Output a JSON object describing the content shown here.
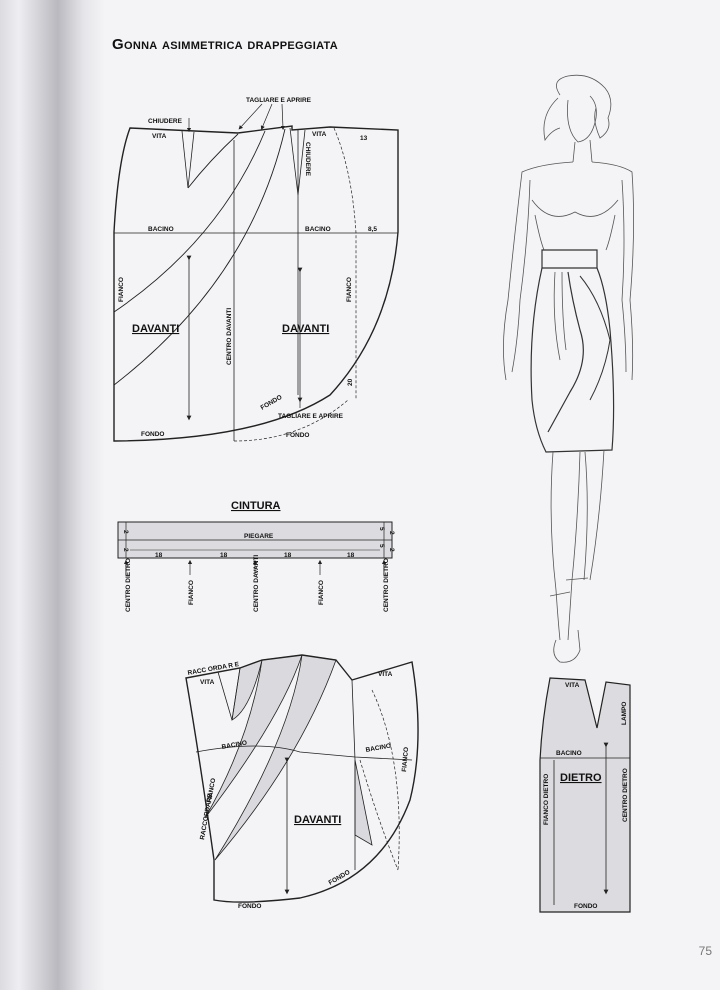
{
  "title": "Gonna asimmetrica drappeggiata",
  "page_number": "75",
  "top_pattern": {
    "chiudere": "CHIUDERE",
    "tagliare_top": "TAGLIARE E APRIRE",
    "vita_left": "VITA",
    "vita_right": "VITA",
    "num_13": "13",
    "chiudere_v": "CHIUDERE",
    "bacino_left": "BACINO",
    "bacino_right": "BACINO",
    "num_85": "8,5",
    "fianco_left": "FIANCO",
    "fianco_right": "FIANCO",
    "davanti_left": "DAVANTI",
    "davanti_right": "DAVANTI",
    "centro_davanti": "CENTRO DAVANTI",
    "num_20": "20",
    "fondo_curve": "FONDO",
    "tagliare_bottom": "TAGLIARE E APRIRE",
    "fondo_left": "FONDO",
    "fondo_center": "FONDO"
  },
  "cintura": {
    "title": "CINTURA",
    "piegare": "PIEGARE",
    "left_top": "2",
    "left_bottom": "2",
    "right_top_a": "5",
    "right_top_b": "2",
    "right_bottom_a": "5",
    "right_bottom_b": "2",
    "seg1": "18",
    "seg2": "18",
    "seg3": "18",
    "seg4": "18",
    "m1": "CENTRO DIETRO",
    "m2": "FIANCO",
    "m3": "CENTRO DAVANTI",
    "m4": "FIANCO",
    "m5": "CENTRO DIETRO"
  },
  "bottom_pattern": {
    "raccordare_top": "RACC ORDA R E",
    "vita_left": "VITA",
    "vita_right": "VITA",
    "bacino_left": "BACINO",
    "bacino_right": "BACINO",
    "fianco_left": "FIANCO",
    "fianco_right": "FIANCO",
    "raccordare": "RACCORDARE",
    "davanti": "DAVANTI",
    "fondo_curve": "FONDO",
    "fondo": "FONDO"
  },
  "dietro": {
    "vita": "VITA",
    "lampo": "LAMPO",
    "bacino": "BACINO",
    "dietro": "DIETRO",
    "fianco_dietro": "FIANCO DIETRO",
    "centro_dietro": "CENTRO DIETRO",
    "fondo": "FONDO"
  }
}
